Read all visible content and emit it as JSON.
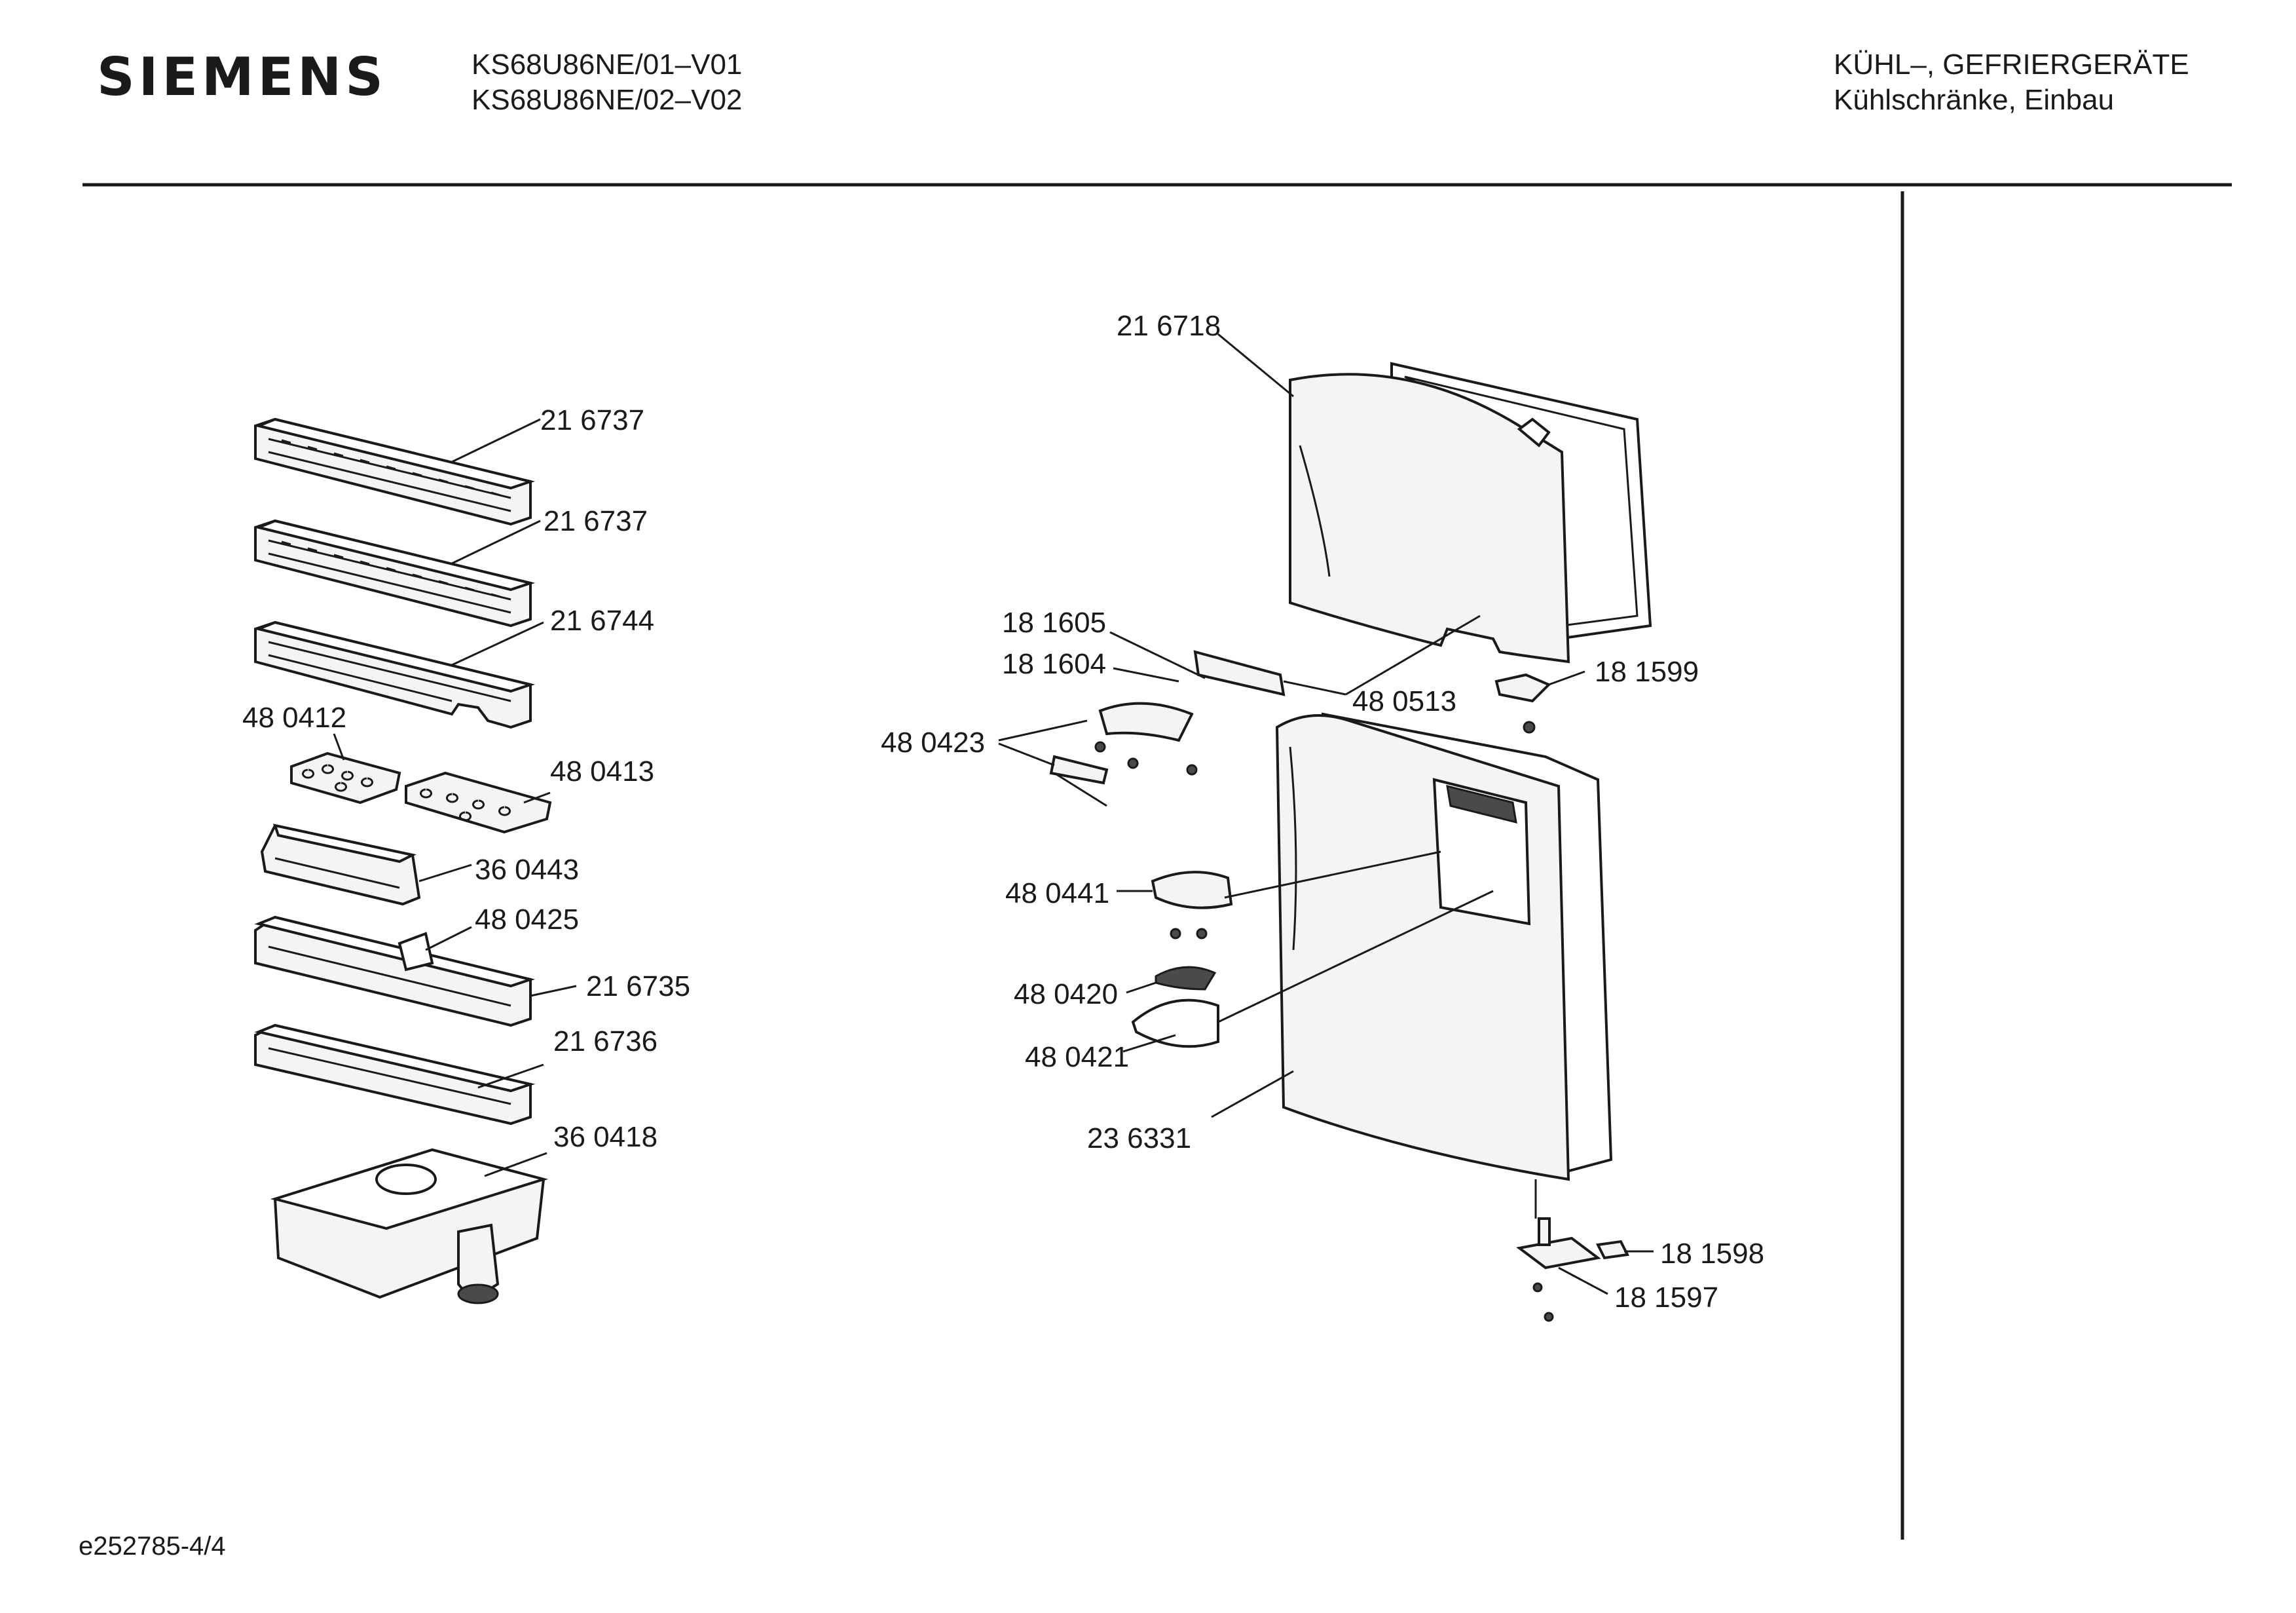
{
  "header": {
    "brand": "SIEMENS",
    "models": [
      "KS68U86NE/01–V01",
      "KS68U86NE/02–V02"
    ],
    "category_line1": "KÜHL–, GEFRIERGERÄTE",
    "category_line2": "Kühlschränke, Einbau"
  },
  "footer": {
    "code": "e252785-4/4"
  },
  "callouts": {
    "p216737a": "21 6737",
    "p216737b": "21 6737",
    "p216744": "21 6744",
    "p480412": "48 0412",
    "p480413": "48 0413",
    "p360443": "36 0443",
    "p480425": "48 0425",
    "p216735": "21 6735",
    "p216736": "21 6736",
    "p360418": "36 0418",
    "p216718": "21 6718",
    "p181605": "18 1605",
    "p181604": "18 1604",
    "p480423": "48 0423",
    "p480513": "48 0513",
    "p181599": "18 1599",
    "p480441": "48 0441",
    "p480420": "48 0420",
    "p480421": "48 0421",
    "p236331": "23 6331",
    "p181598": "18 1598",
    "p181597": "18 1597"
  }
}
